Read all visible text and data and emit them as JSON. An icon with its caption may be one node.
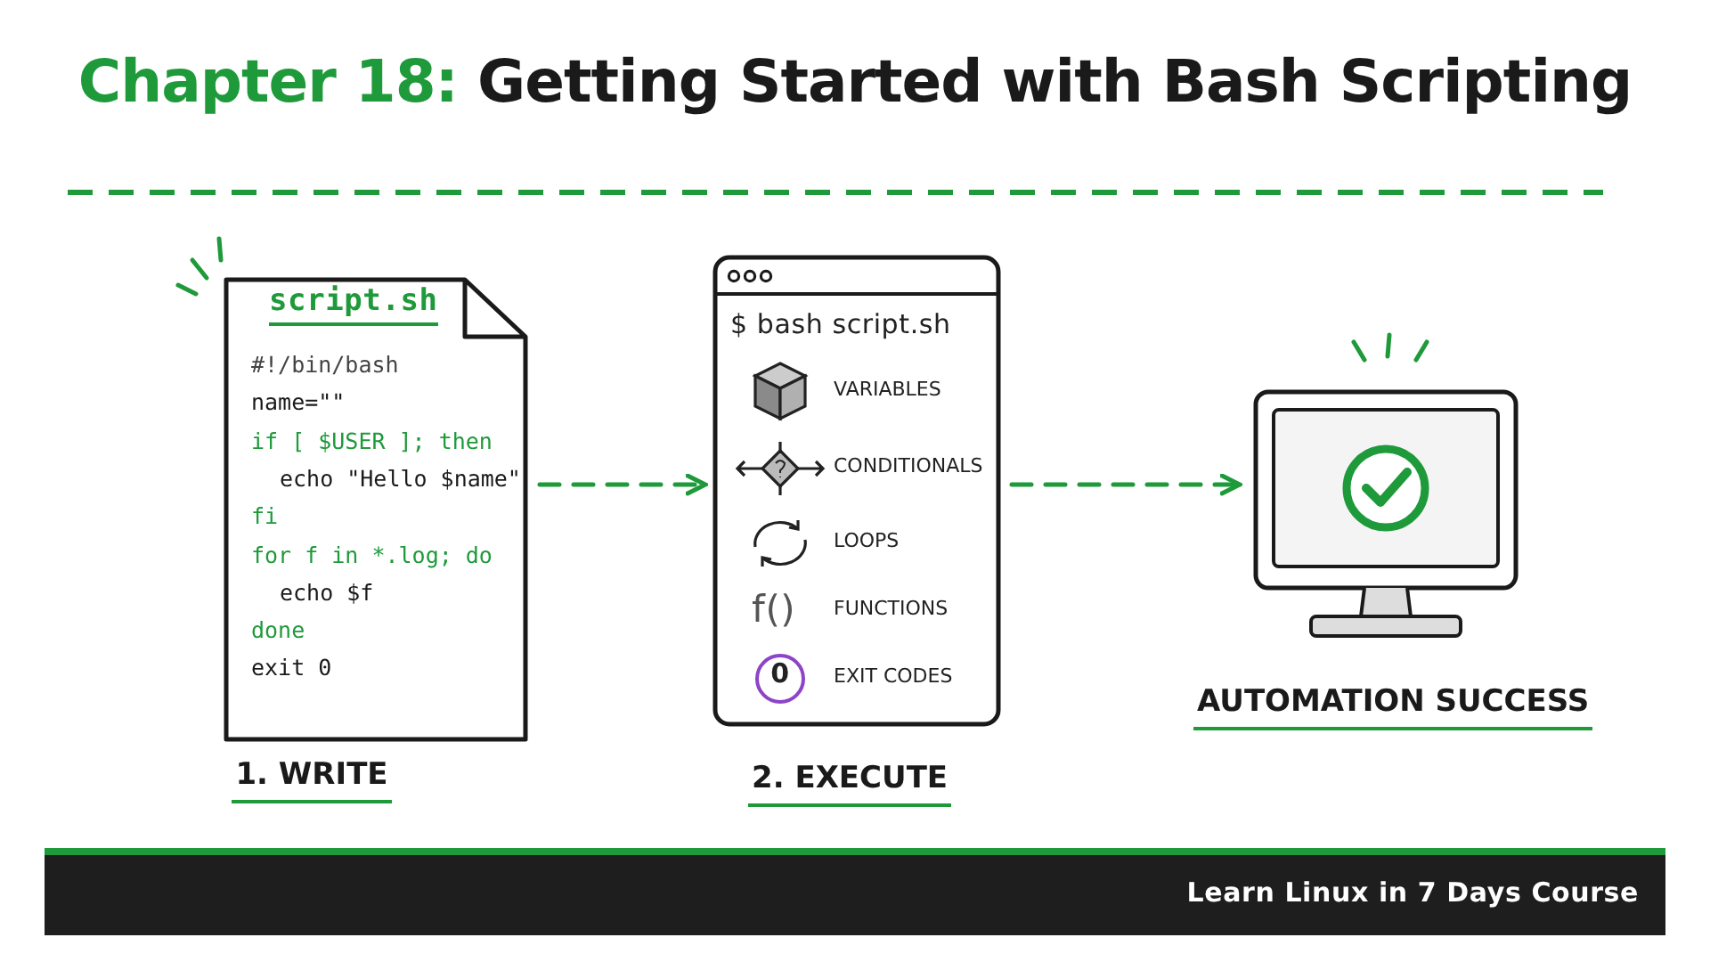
{
  "diagram": {
    "title": "**Chapter 18:** Getting Started with Bash Scripting",
    "nodes": [
      {
        "text": [
          "script.sh",
          "#!/bin/bash",
          "name=\"\"",
          "if [ $USER ]; then",
          "echo \"Hello $name\"",
          "fi",
          "for f in *.log; do",
          "echo $f",
          "done",
          "exit 0"
        ],
        "beside": [
          "1. WRITE"
        ]
      },
      {
        "text": [
          "$ bash script.sh",
          "VARIABLES",
          "CONDITIONALS",
          "LOOPS",
          "f()",
          "FUNCTIONS",
          "0",
          "EXIT CODES"
        ],
        "beside": [
          "2. EXECUTE"
        ]
      },
      {
        "text": [],
        "shape": "picture",
        "beside": [
          "AUTOMATION SUCCESS"
        ]
      }
    ],
    "edges": [
      {
        "from": 0,
        "to": 1,
        "arrow": "to",
        "style": "dashed"
      },
      {
        "from": 1,
        "to": 2,
        "arrow": "to",
        "style": "dashed"
      }
    ],
    "labels": [
      "Learn Linux in 7 Days Course"
    ]
  }
}
